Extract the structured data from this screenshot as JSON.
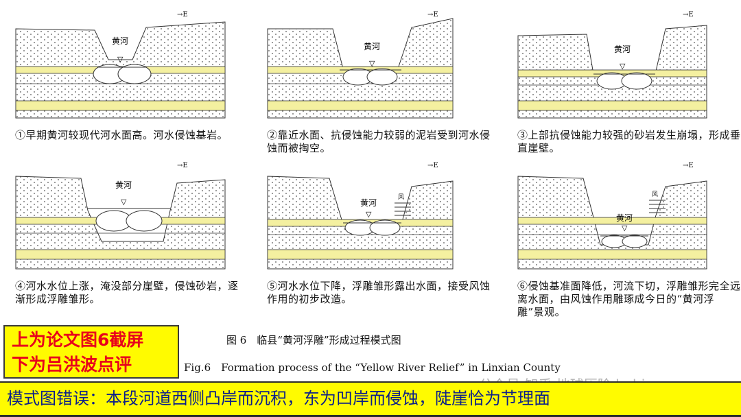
{
  "panels": [
    {
      "east_label": "→E",
      "river_label": "黄河",
      "caption": "①早期黄河较现代河水面高。河水侵蚀基岩。"
    },
    {
      "east_label": "→E",
      "river_label": "黄河",
      "caption": "②靠近水面、抗侵蚀能力较弱的泥岩受到河水侵蚀而被掏空。"
    },
    {
      "east_label": "→E",
      "river_label": "黄河",
      "caption": "③上部抗侵蚀能力较强的砂岩发生崩塌，形成垂直崖壁。"
    },
    {
      "east_label": "→E",
      "river_label": "黄河",
      "caption": "④河水水位上涨，淹没部分崖壁，侵蚀砂岩，逐渐形成浮雕雏形。"
    },
    {
      "east_label": "→E",
      "river_label": "黄河",
      "wind_label": "风",
      "caption": "⑤河水水位下降，浮雕雏形露出水面，接受风蚀作用的初步改造。"
    },
    {
      "east_label": "→E",
      "river_label": "黄河",
      "wind_label": "风",
      "caption": "⑥侵蚀基准面降低，河流下切，浮雕雏形完全远离水面，由风蚀作用雕琢成今日的“黄河浮雕”景观。"
    }
  ],
  "figure": {
    "caption_cn": "图 6　临县“黄河浮雕”形成过程模式图",
    "caption_en": "Fig.6　Formation process of the “Yellow River Relief” in Linxian County"
  },
  "note": {
    "line1": "上为论文图6截屏",
    "line2": "下为吕洪波点评"
  },
  "comment": "模式图错误：本段河道西侧凸岸而沉积，东为凹岸而侵蚀，陡崖恰为节理面",
  "watermark": "公众号 知乎 地球历险 bobi",
  "colors": {
    "sandstone": "#f4f0a0",
    "mudstone": "#ffffff",
    "accent_box": "#fffb00",
    "note_text": "#e8001c",
    "comment_text": "#0b1f8a"
  }
}
